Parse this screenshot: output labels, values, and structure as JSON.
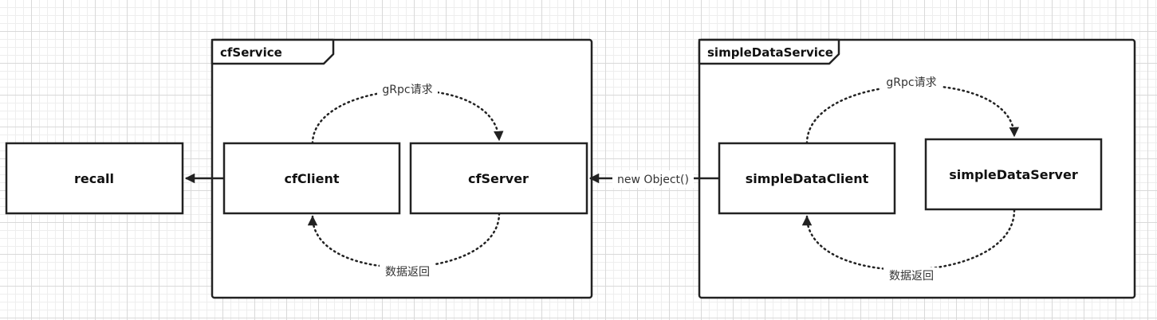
{
  "frames": [
    {
      "id": "cfService",
      "label": "cfService"
    },
    {
      "id": "simpleDataService",
      "label": "simpleDataService"
    }
  ],
  "nodes": [
    {
      "id": "recall",
      "label": "recall"
    },
    {
      "id": "cfClient",
      "label": "cfClient"
    },
    {
      "id": "cfServer",
      "label": "cfServer"
    },
    {
      "id": "simpleDataClient",
      "label": "simpleDataClient"
    },
    {
      "id": "simpleDataServer",
      "label": "simpleDataServer"
    }
  ],
  "edges": [
    {
      "id": "cf-request",
      "from": "cfClient",
      "to": "cfServer",
      "label": "gRpc请求",
      "style": "dotted"
    },
    {
      "id": "cf-response",
      "from": "cfServer",
      "to": "cfClient",
      "label": "数据返回",
      "style": "dotted"
    },
    {
      "id": "cf-to-recall",
      "from": "cfClient",
      "to": "recall",
      "label": "",
      "style": "solid"
    },
    {
      "id": "sd-to-cf",
      "from": "simpleDataClient",
      "to": "cfServer",
      "label": "new Object()",
      "style": "solid"
    },
    {
      "id": "sd-request",
      "from": "simpleDataClient",
      "to": "simpleDataServer",
      "label": "gRpc请求",
      "style": "dotted"
    },
    {
      "id": "sd-response",
      "from": "simpleDataServer",
      "to": "simpleDataClient",
      "label": "数据返回",
      "style": "dotted"
    }
  ],
  "colors": {
    "stroke": "#222222",
    "fill": "#ffffff",
    "grid": "#d9d9d9"
  }
}
